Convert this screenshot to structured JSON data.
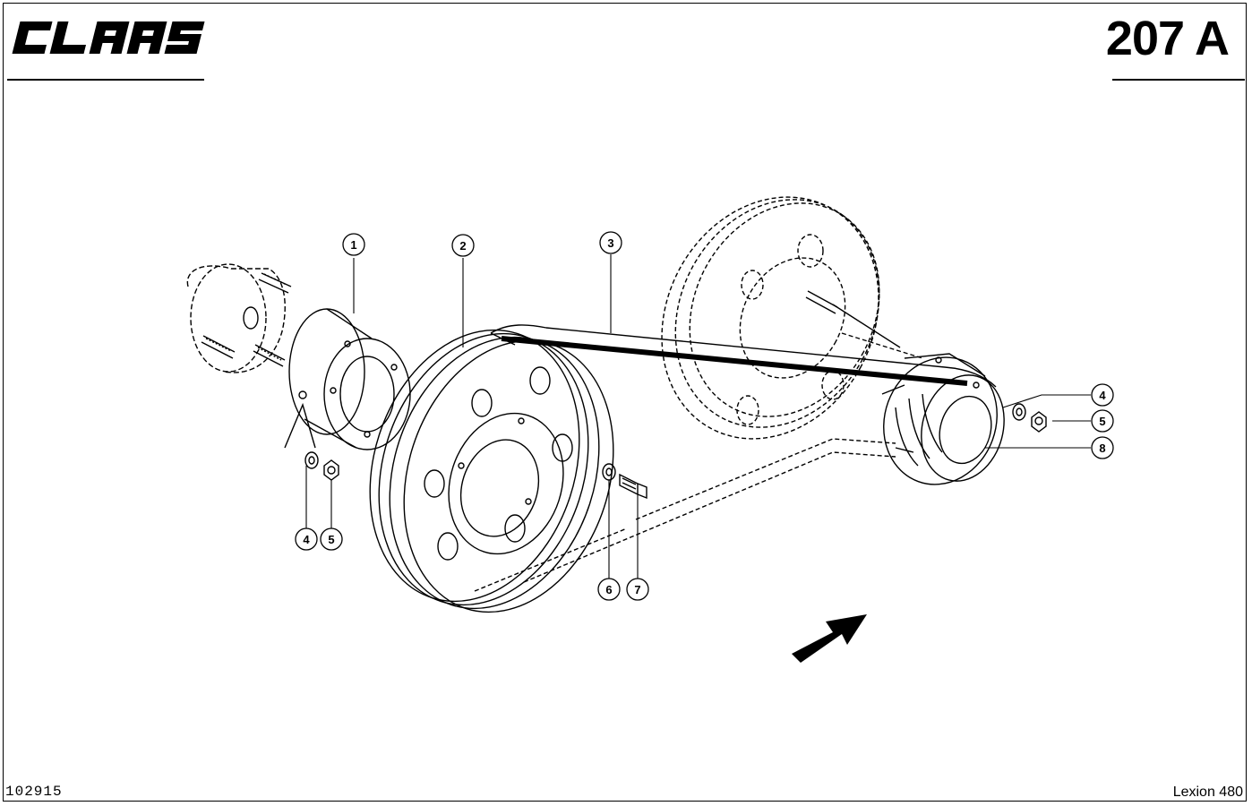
{
  "header": {
    "brand": "CLAAS",
    "page_number": "207 A"
  },
  "callouts": [
    "1",
    "2",
    "3",
    "4",
    "5",
    "8",
    "4",
    "5",
    "6",
    "7"
  ],
  "footer": {
    "drawing_number": "102915",
    "model": "Lexion 480"
  }
}
